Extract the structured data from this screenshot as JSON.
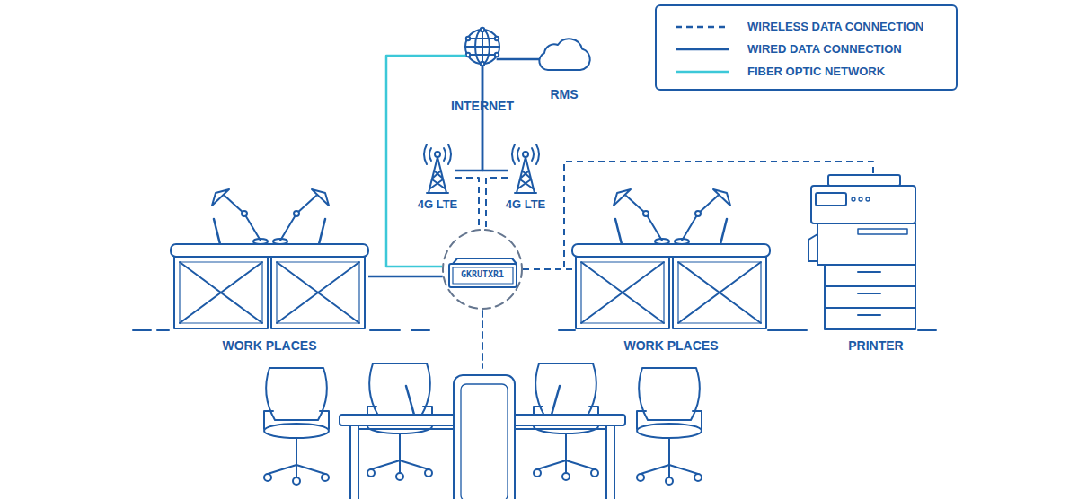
{
  "diagram": {
    "nodes": [
      {
        "text": [
          "INTERNET"
        ]
      },
      {
        "text": [
          "RMS"
        ]
      },
      {
        "text": [
          "4G LTE"
        ]
      },
      {
        "text": [
          "4G LTE"
        ]
      },
      {
        "text": [
          "GKRUTXR1"
        ]
      },
      {
        "text": [
          "WORK PLACES"
        ]
      },
      {
        "text": [
          "WORK PLACES"
        ]
      },
      {
        "text": [
          "PRINTER"
        ]
      }
    ],
    "edges": [
      {
        "from": 0,
        "to": 1,
        "arrow": "none"
      },
      {
        "from": 0,
        "to": 4,
        "arrow": "none"
      },
      {
        "from": 0,
        "to": 2,
        "arrow": "none"
      },
      {
        "from": 0,
        "to": 3,
        "arrow": "none"
      },
      {
        "from": 2,
        "to": 4,
        "arrow": "none"
      },
      {
        "from": 3,
        "to": 4,
        "arrow": "none"
      },
      {
        "from": 4,
        "to": 5,
        "arrow": "none"
      },
      {
        "from": 4,
        "to": 6,
        "arrow": "none"
      },
      {
        "from": 4,
        "to": 7,
        "arrow": "none"
      }
    ],
    "legend": [
      {
        "text": "WIRELESS DATA CONNECTION"
      },
      {
        "text": "WIRED DATA CONNECTION"
      },
      {
        "text": "FIBER OPTIC NETWORK"
      }
    ]
  }
}
